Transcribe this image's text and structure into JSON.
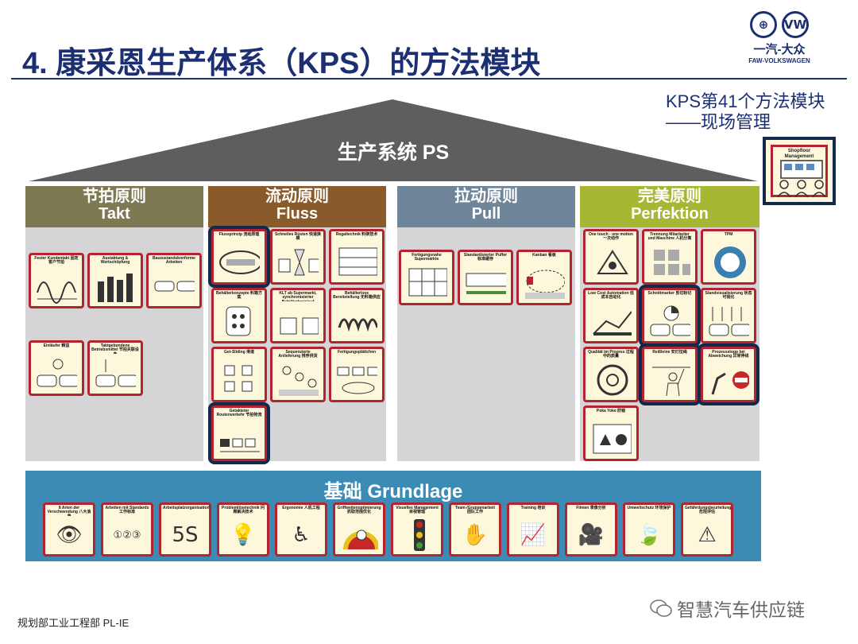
{
  "header": {
    "title": "4. 康采恩生产体系（KPS）的方法模块",
    "logo": {
      "mark1": "⊕",
      "mark2": "VW",
      "cn": "一汽-大众",
      "en": "FAW-VOLKSWAGEN"
    }
  },
  "note": {
    "line1": "KPS第41个方法模块",
    "line2": "——现场管理",
    "tile_label": "Shopfloor Management"
  },
  "roof": {
    "label": "生产系统 PS"
  },
  "colors": {
    "takt": "#7d7a53",
    "fluss": "#8a5a2a",
    "pull": "#6f8599",
    "perfektion": "#a7b733",
    "base": "#3b8bb5",
    "roof": "#5e5e60",
    "tile_border": "#b32430",
    "highlight": "#13294b",
    "title": "#1b2f72"
  },
  "pillars": {
    "takt": {
      "cn": "节拍原则",
      "en": "Takt",
      "tiles": [
        "Fester Kundentakt 固定客户节拍",
        "Austaktung & Wertschöpfung",
        "Bauzustandskonforme Arbeiten",
        "Einläufer 精益",
        "Taktgebundene Betriebsmittel 节拍关联设备"
      ]
    },
    "fluss": {
      "cn": "流动原则",
      "en": "Fluss",
      "tiles": [
        "Flussprinzip 流动原理",
        "Schnelles Rüsten 快速换模",
        "Regaltechnik 料架技术",
        "Behälterkonzepte 料箱方案",
        "KLT ab Supermarkt, synchronisierter Behälterkreislauf",
        "Behälterlose Bereitstellung 无料箱供应",
        "Get-Sliding 滑道",
        "Sequenzierte Anlieferung 排序供货",
        "Fertigungsplättchen",
        "Getakteter Routenverkehr 节拍物流"
      ]
    },
    "pull": {
      "cn": "拉动原则",
      "en": "Pull",
      "tiles": [
        "Fertigungsnahe Supermärkte",
        "Standardisierter Puffer 标准缓存",
        "Kanban 看板"
      ]
    },
    "perfektion": {
      "cn": "完美原则",
      "en": "Perfektion",
      "tiles": [
        "One touch - one motion 一次动作",
        "Trennung Mitarbeiter und Maschine 人机分离",
        "TPM",
        "Low Cost Automation 低成本自动化",
        "Schnittmarker 剪切标记",
        "Standvisualisierung 状态可视化",
        "Qualität im Prozess 过程中的质量",
        "Reißleine 安灯拉绳",
        "Prozessstopp bei Abweichung 异常停线",
        "Poka Yoke 防错"
      ]
    }
  },
  "base": {
    "label": "基础 Grundlage",
    "tiles": [
      {
        "label": "8 Arten der Verschwendung 八大浪费",
        "glyph": "👁"
      },
      {
        "label": "Arbeiten mit Standards 工作标准",
        "glyph": "①②③"
      },
      {
        "label": "Arbeitsplatzorganisation",
        "glyph": "5S"
      },
      {
        "label": "Problemlösetechnik 问题解决技术",
        "glyph": "💡"
      },
      {
        "label": "Ergonomie 人机工程",
        "glyph": "♿"
      },
      {
        "label": "Griffweitenoptimierung 抓取范围优化",
        "glyph": "◠"
      },
      {
        "label": "Visuelles Management 目视管理",
        "glyph": "🚦"
      },
      {
        "label": "Team-/Gruppenarbeit 团队工作",
        "glyph": "✋"
      },
      {
        "label": "Training 培训",
        "glyph": "📈"
      },
      {
        "label": "Filmen 录像分析",
        "glyph": "🎥"
      },
      {
        "label": "Umweltschutz 环境保护",
        "glyph": "🍃"
      },
      {
        "label": "Gefährdungsbeurteilung 危险评估",
        "glyph": "⚠"
      }
    ]
  },
  "footer": {
    "left": "规划部工业工程部 PL-IE",
    "right": "智慧汽车供应链"
  }
}
